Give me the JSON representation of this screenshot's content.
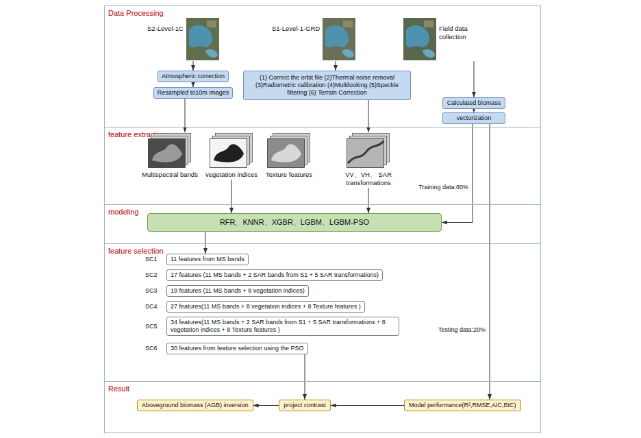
{
  "diagram": {
    "nodes": [
      {
        "text": [
          "Data Processing"
        ]
      },
      {
        "text": [
          "S2-Level-1C"
        ],
        "in": 0
      },
      {
        "text": [
          "S1-Level-1-GRD"
        ],
        "in": 0
      },
      {
        "text": [
          "Field data collection"
        ],
        "in": 0
      },
      {
        "text": [
          "Atmospheric correction"
        ],
        "in": 0
      },
      {
        "text": [
          "Resampled to10m images"
        ],
        "in": 0
      },
      {
        "text": [
          "(1) Correct the orbit file (2)Thermal noise removal (3)Radiometric calibration (4)Multilooking (5)Speckle filtering (6) Terrain Correction"
        ],
        "in": 0
      },
      {
        "text": [
          "Calculated biomass"
        ],
        "in": 0
      },
      {
        "text": [
          "vectorization"
        ],
        "in": 0
      },
      {
        "text": [
          "feature extraction"
        ]
      },
      {
        "text": [
          "Multispectral bands"
        ],
        "in": 9
      },
      {
        "text": [
          "vegetation indices"
        ],
        "in": 9
      },
      {
        "text": [
          "Texture features"
        ],
        "in": 9
      },
      {
        "text": [
          "VV、VH、 SAR transformations"
        ],
        "in": 9
      },
      {
        "text": [
          "modeling"
        ]
      },
      {
        "text": [
          "RFR、KNNR、XGBR、LGBM、LGBM-PSO"
        ],
        "in": 14
      },
      {
        "text": [
          "feature selection"
        ]
      },
      {
        "text": [
          "SC1",
          "11 features from MS bands"
        ],
        "in": 16
      },
      {
        "text": [
          "SC2",
          "17 features (11 MS bands + 2 SAR bands from S1 + 5 SAR transformations)"
        ],
        "in": 16
      },
      {
        "text": [
          "SC3",
          "19 features (11 MS bands + 8 vegetation indices)"
        ],
        "in": 16
      },
      {
        "text": [
          "SC4",
          "27 features(11 MS bands + 8 vegetation indices + 8 Texture features )"
        ],
        "in": 16
      },
      {
        "text": [
          "SC5",
          "34 features(11 MS bands + 2 SAR bands from S1 + 5 SAR transformations + 8 vegetation indices + 8 Texture features )"
        ],
        "in": 16
      },
      {
        "text": [
          "SC6",
          "30 features from feature selection using the PSO"
        ],
        "in": 16
      },
      {
        "text": [
          "Result"
        ]
      },
      {
        "text": [
          "Aboveground biomass (AGB) inversion"
        ],
        "in": 23
      },
      {
        "text": [
          "project contrast"
        ],
        "in": 23
      },
      {
        "text": [
          "Model performance(R²,RMSE,AIC,BIC)"
        ],
        "in": 23
      }
    ],
    "edges": [
      {
        "from": 1,
        "to": 4,
        "arrow": "to"
      },
      {
        "from": 4,
        "to": 5,
        "arrow": "to"
      },
      {
        "from": 2,
        "to": 6,
        "arrow": "to"
      },
      {
        "from": 3,
        "to": 7,
        "arrow": "to"
      },
      {
        "from": 7,
        "to": 8,
        "arrow": "to"
      },
      {
        "from": 5,
        "to": 10,
        "arrow": "to"
      },
      {
        "from": 6,
        "to": 13,
        "arrow": "to"
      },
      {
        "from": 11,
        "to": 15,
        "arrow": "to"
      },
      {
        "from": 13,
        "to": 15,
        "arrow": "to"
      },
      {
        "from": 8,
        "to": 15,
        "label": "Training data:80%",
        "arrow": "to"
      },
      {
        "from": 15,
        "to": 17,
        "arrow": "to"
      },
      {
        "from": 22,
        "to": 25,
        "arrow": "to"
      },
      {
        "from": 8,
        "to": 26,
        "label": "Testing data:20%",
        "arrow": "to"
      },
      {
        "from": 26,
        "to": 25,
        "arrow": "to"
      },
      {
        "from": 25,
        "to": 24,
        "arrow": "to"
      }
    ]
  }
}
